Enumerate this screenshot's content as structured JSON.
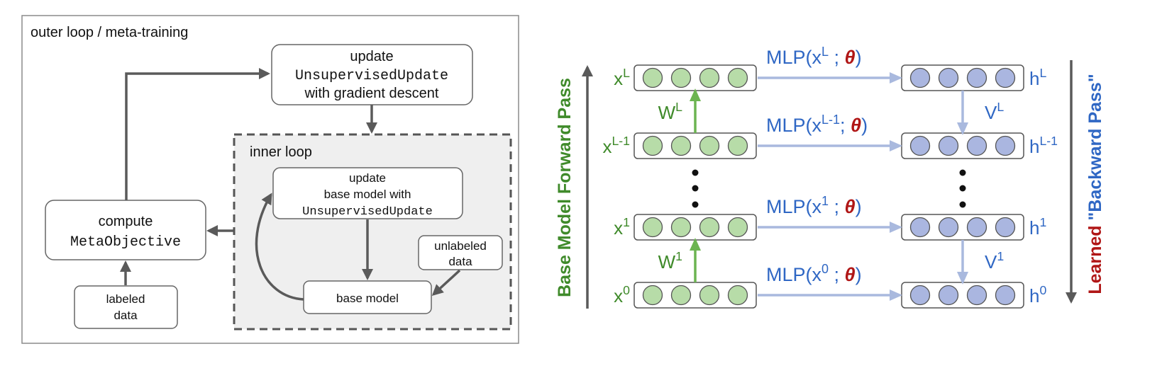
{
  "left": {
    "outer_title": "outer loop / meta-training",
    "inner_title": "inner loop",
    "update_box": {
      "line1": "update",
      "line2": "UnsupervisedUpdate",
      "line3": "with gradient descent"
    },
    "inner_update_box": {
      "line1": "update",
      "line2": "base model with",
      "line3": "UnsupervisedUpdate"
    },
    "compute_box": {
      "line1": "compute",
      "line2": "MetaObjective"
    },
    "labeled_box": {
      "line1": "labeled",
      "line2": "data"
    },
    "unlabeled_box": {
      "line1": "unlabeled",
      "line2": "data"
    },
    "base_model_box": {
      "label": "base model"
    }
  },
  "right": {
    "left_axis_label": "Base Model Forward Pass",
    "right_axis_label": "Learned \"Backward Pass\"",
    "x_labels": [
      {
        "base": "x",
        "sup": "L"
      },
      {
        "base": "x",
        "sup": "L-1"
      },
      {
        "base": "x",
        "sup": "1"
      },
      {
        "base": "x",
        "sup": "0"
      }
    ],
    "h_labels": [
      {
        "base": "h",
        "sup": "L"
      },
      {
        "base": "h",
        "sup": "L-1"
      },
      {
        "base": "h",
        "sup": "1"
      },
      {
        "base": "h",
        "sup": "0"
      }
    ],
    "mlp_labels": [
      {
        "prefix": "MLP(x",
        "sup": "L",
        "mid": "  ; ",
        "theta": "θ",
        "suffix": ")"
      },
      {
        "prefix": "MLP(x",
        "sup": "L-1",
        "mid": "; ",
        "theta": "θ",
        "suffix": ")"
      },
      {
        "prefix": "MLP(x",
        "sup": "1",
        "mid": "  ; ",
        "theta": "θ",
        "suffix": ")"
      },
      {
        "prefix": "MLP(x",
        "sup": "0",
        "mid": "  ; ",
        "theta": "θ",
        "suffix": ")"
      }
    ],
    "w_labels": [
      {
        "base": "W",
        "sup": "L"
      },
      {
        "base": "W",
        "sup": "1"
      }
    ],
    "v_labels": [
      {
        "base": "V",
        "sup": "L"
      },
      {
        "base": "V",
        "sup": "1"
      }
    ],
    "colors": {
      "green_text": "#3f8a2a",
      "green_node": "#b7dca8",
      "green_arrow": "#6cb451",
      "blue_text": "#2f67c4",
      "blue_node": "#aab6e0",
      "blue_arrow": "#a9b9de",
      "theta": "#b01616",
      "gray_arrow": "#5a5a5a"
    }
  }
}
